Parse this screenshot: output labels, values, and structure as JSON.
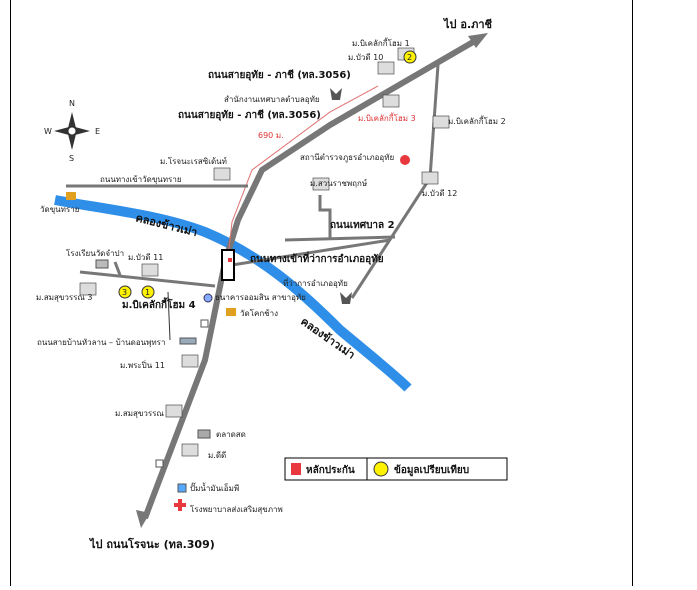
{
  "destinations": {
    "northeast": "ไป อ.ภาชี",
    "south": "ไป ถนนโรจนะ (ทล.309)"
  },
  "compass": {
    "n": "N",
    "s": "S",
    "e": "E",
    "w": "W"
  },
  "roads": {
    "main_top": "ถนนสายอุทัย - ภาชี (ทล.3056)",
    "main_mid": "ถนนสายอุทัย - ภาชี (ทล.3056)",
    "to_temple": "ถนนทางเข้าวัดขุนทราย",
    "entrance_district": "ถนนทางเข้าที่ว่าการอำเภออุทัย",
    "tessaban2": "ถนนเทศบาล 2",
    "ban_hua_lan": "ถนนสายบ้านหัวลาน – บ้านดอนพุทรา"
  },
  "canal": {
    "label_upper": "คลองข้าวเม่า",
    "label_lower": "คลองข้าวเม่า"
  },
  "distance": "690 ม.",
  "places": {
    "m_bilek_1": "ม.บิเคลักกี้โฮม 1",
    "m_buadi_10": "ม.บัวดี 10",
    "municipal_office": "สำนักงานเทศบาลตำบลอุทัย",
    "m_bilek_3": "ม.บิเคลักกี้โฮม 3",
    "m_bilek_2": "ม.บิเคลักกี้โฮม 2",
    "police": "สถานีตำรวจภูธรอำเภออุทัย",
    "m_buadi_12": "ม.บัวดี 12",
    "m_rojana_residence": "ม.โรจนะเรสซิเด้นท์",
    "m_suan_rajapruek": "ม.สวนราชพฤกษ์",
    "wat_khun_sai": "วัดขุนทราย",
    "school": "โรงเรียนวัดจำปา",
    "m_buadi_11": "ม.บัวดี 11",
    "m_somsuk_3": "ม.สมสุขวรรณ 3",
    "m_bilek_4": "ม.บิเคลักกี้โฮม 4",
    "bank": "ธนาคารออมสิน สาขาอุทัย",
    "wat_khok_chang": "วัดโคกช้าง",
    "district_office": "ที่ว่าการอำเภออุทัย",
    "m_pracha_11": "ม.พระปิ่น 11",
    "m_somsuk": "ม.สมสุขวรรณ",
    "market": "ตลาดสด",
    "m_d_d": "ม.ดีดี",
    "gas_station": "ปั๊มน้ำมันเอ็มพี",
    "hospital": "โรงพยาบาลส่งเสริมสุขภาพ"
  },
  "markers": {
    "two": "2",
    "three": "3",
    "one": "1"
  },
  "legend": {
    "item1": "หลักประกัน",
    "item2": "ข้อมูลเปรียบเทียบ",
    "color1": "#e8383d",
    "color2": "#fff200"
  },
  "colors": {
    "road": "#777777",
    "canal": "#2f8fe8",
    "route": "#e07070"
  }
}
